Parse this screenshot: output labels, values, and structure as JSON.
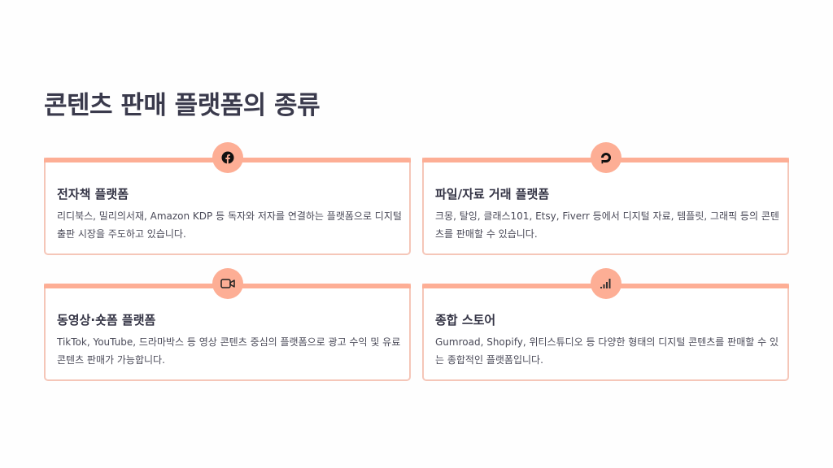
{
  "page": {
    "title": "콘텐츠 판매 플랫폼의 종류"
  },
  "cards": [
    {
      "icon": "facebook-icon",
      "title": "전자책 플랫폼",
      "description": "리디북스, 밀리의서재, Amazon KDP 등 독자와 저자를 연결하는 플랫폼으로 디지털 출판 시장을 주도하고 있습니다."
    },
    {
      "icon": "digitalocean-icon",
      "title": "파일/자료 거래 플랫폼",
      "description": "크몽, 탈잉, 클래스101, Etsy, Fiverr 등에서 디지털 자료, 템플릿, 그래픽 등의 콘텐츠를 판매할 수 있습니다."
    },
    {
      "icon": "video-camera-icon",
      "title": "동영상·숏폼 플랫폼",
      "description": "TikTok, YouTube, 드라마박스 등 영상 콘텐츠 중심의 플랫폼으로 광고 수익 및 유료 콘텐츠 판매가 가능합니다."
    },
    {
      "icon": "signal-bars-icon",
      "title": "종합 스토어",
      "description": "Gumroad, Shopify, 위티스튜디오 등 다양한 형태의 디지털 콘텐츠를 판매할 수 있는 종합적인 플랫폼입니다."
    }
  ],
  "colors": {
    "accent": "#fdae95",
    "border": "#f5c6b8",
    "text": "#3a3a4c"
  }
}
